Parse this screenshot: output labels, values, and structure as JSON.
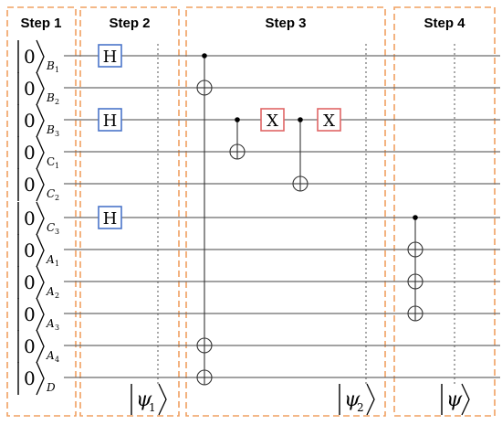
{
  "steps": [
    {
      "title": "Step 1"
    },
    {
      "title": "Step 2"
    },
    {
      "title": "Step 3"
    },
    {
      "title": "Step 4"
    }
  ],
  "qubits": [
    {
      "ket": "0",
      "sub": "B",
      "sub_num": "1"
    },
    {
      "ket": "0",
      "sub": "B",
      "sub_num": "2"
    },
    {
      "ket": "0",
      "sub": "B",
      "sub_num": "3"
    },
    {
      "ket": "0",
      "sub": "C",
      "sub_num": "1"
    },
    {
      "ket": "0",
      "sub": "C",
      "sub_num": "2"
    },
    {
      "ket": "0",
      "sub": "C",
      "sub_num": "3"
    },
    {
      "ket": "0",
      "sub": "A",
      "sub_num": "1"
    },
    {
      "ket": "0",
      "sub": "A",
      "sub_num": "2"
    },
    {
      "ket": "0",
      "sub": "A",
      "sub_num": "3"
    },
    {
      "ket": "0",
      "sub": "A",
      "sub_num": "4"
    },
    {
      "ket": "0",
      "sub": "D",
      "sub_num": ""
    }
  ],
  "gates": {
    "hadamard": {
      "label": "H",
      "wires": [
        0,
        2,
        5
      ]
    },
    "pauli_x": {
      "label": "X",
      "wire": 2
    }
  },
  "cnots": [
    {
      "control": 0,
      "targets": [
        1,
        9,
        10
      ]
    },
    {
      "control": 2,
      "targets": [
        3
      ]
    },
    {
      "control": 2,
      "targets": [
        4
      ]
    },
    {
      "control": 5,
      "targets": [
        6,
        7,
        8
      ]
    }
  ],
  "states": [
    {
      "symbol": "ψ",
      "sub": "1"
    },
    {
      "symbol": "ψ",
      "sub": "2"
    },
    {
      "symbol": "ψ",
      "sub": ""
    }
  ],
  "colors": {
    "step_border": "#f0a060",
    "hadamard_border": "#4a74c9",
    "x_border": "#e06666"
  }
}
